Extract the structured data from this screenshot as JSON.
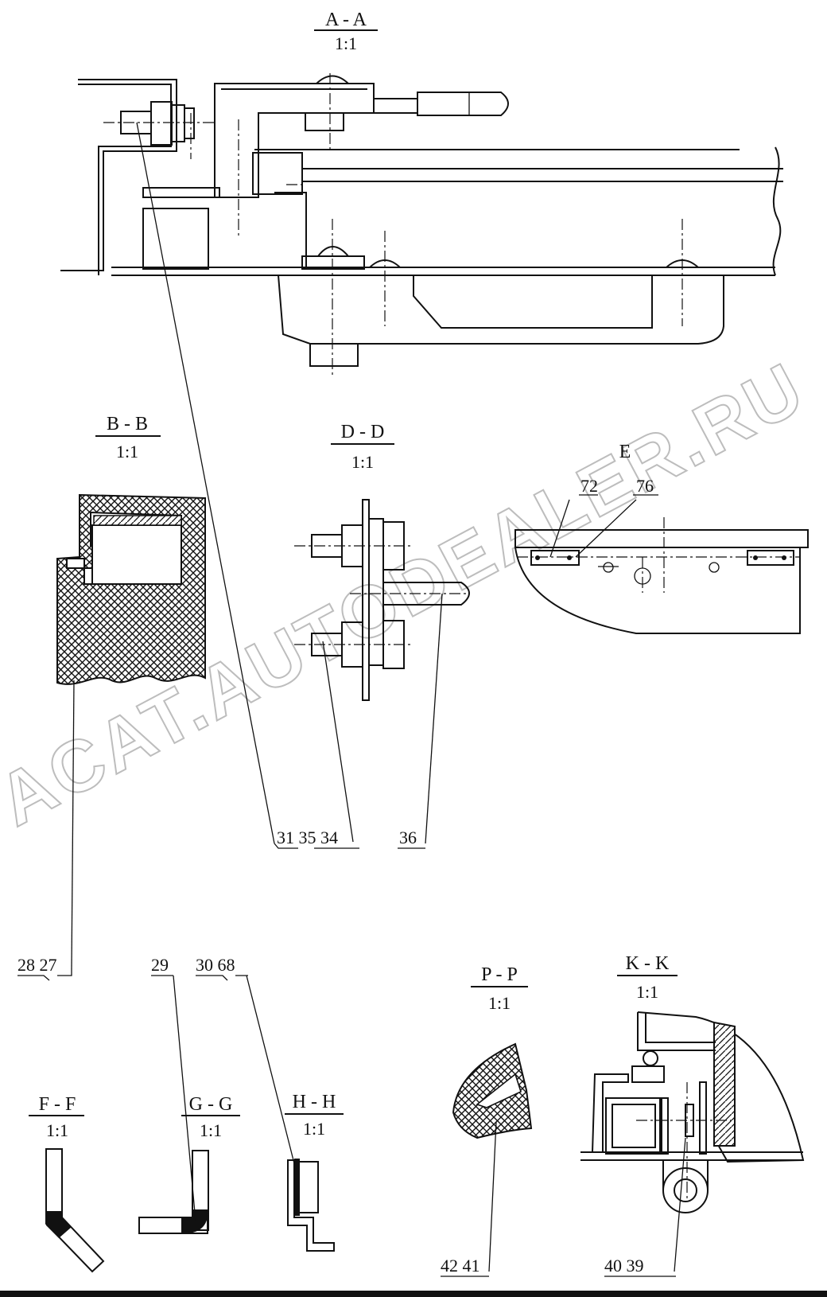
{
  "watermark": "ACAT.AUTODEALER.RU",
  "sections": {
    "aa": {
      "title": "A - A",
      "scale": "1:1"
    },
    "bb": {
      "title": "B - B",
      "scale": "1:1"
    },
    "dd": {
      "title": "D - D",
      "scale": "1:1"
    },
    "e": {
      "title": "E"
    },
    "ff": {
      "title": "F - F",
      "scale": "1:1"
    },
    "gg": {
      "title": "G - G",
      "scale": "1:1"
    },
    "hh": {
      "title": "H - H",
      "scale": "1:1"
    },
    "pp": {
      "title": "P - P",
      "scale": "1:1"
    },
    "kk": {
      "title": "K - K",
      "scale": "1:1"
    }
  },
  "callouts": {
    "c31_35_34": "31 35 34",
    "c36": "36",
    "c72": "72",
    "c76": "76",
    "c28_27": "28 27",
    "c29": "29",
    "c30_68": "30 68",
    "c42_41": "42 41",
    "c40_39": "40 39"
  },
  "colors": {
    "ink": "#111111",
    "watermark": "#bdbdbd",
    "background": "#ffffff"
  }
}
